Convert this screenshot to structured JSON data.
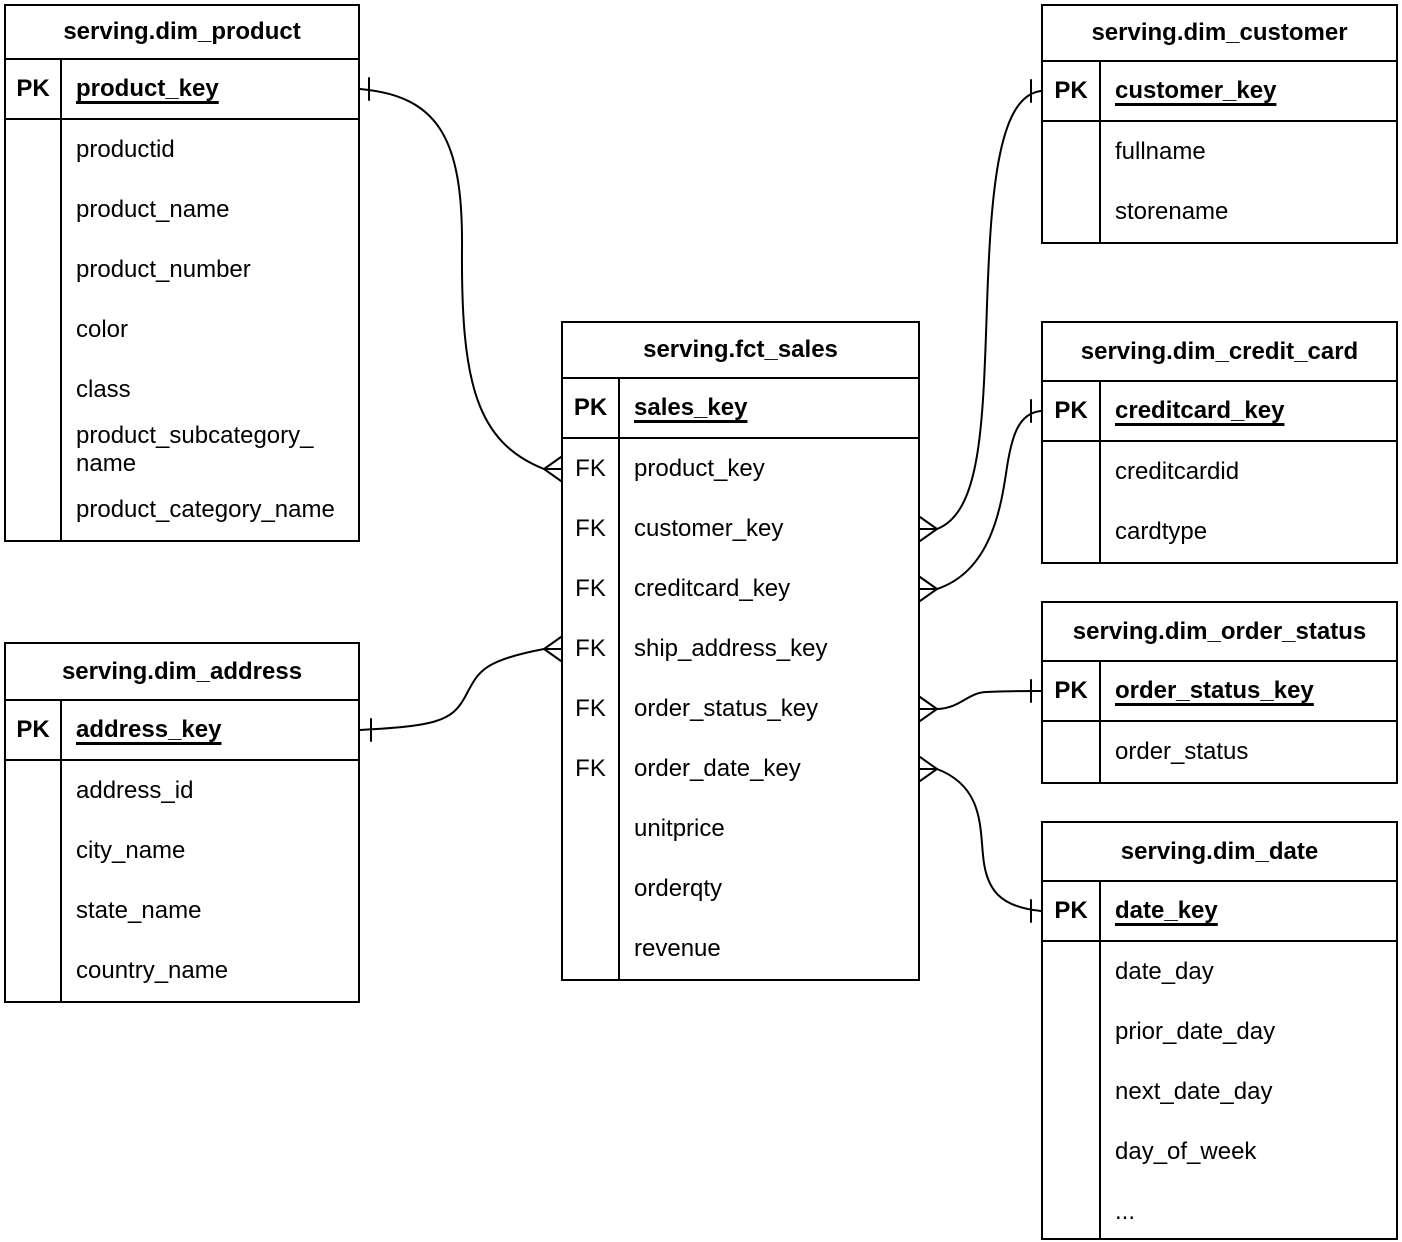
{
  "diagram": {
    "colors": {
      "line": "#000000",
      "background": "#ffffff"
    },
    "tables": [
      {
        "id": "dim_product",
        "title": "serving.dim_product",
        "pk": {
          "label": "PK",
          "field": "product_key"
        },
        "fields": [
          {
            "tag": "",
            "name": "productid"
          },
          {
            "tag": "",
            "name": "product_name"
          },
          {
            "tag": "",
            "name": "product_number"
          },
          {
            "tag": "",
            "name": "color"
          },
          {
            "tag": "",
            "name": "class"
          },
          {
            "tag": "",
            "name": "product_subcategory_\nname"
          },
          {
            "tag": "",
            "name": "product_category_name"
          }
        ]
      },
      {
        "id": "dim_address",
        "title": "serving.dim_address",
        "pk": {
          "label": "PK",
          "field": "address_key"
        },
        "fields": [
          {
            "tag": "",
            "name": "address_id"
          },
          {
            "tag": "",
            "name": "city_name"
          },
          {
            "tag": "",
            "name": "state_name"
          },
          {
            "tag": "",
            "name": "country_name"
          }
        ]
      },
      {
        "id": "fct_sales",
        "title": "serving.fct_sales",
        "pk": {
          "label": "PK",
          "field": "sales_key"
        },
        "fields": [
          {
            "tag": "FK",
            "name": "product_key"
          },
          {
            "tag": "FK",
            "name": "customer_key"
          },
          {
            "tag": "FK",
            "name": "creditcard_key"
          },
          {
            "tag": "FK",
            "name": "ship_address_key"
          },
          {
            "tag": "FK",
            "name": "order_status_key"
          },
          {
            "tag": "FK",
            "name": "order_date_key"
          },
          {
            "tag": "",
            "name": "unitprice"
          },
          {
            "tag": "",
            "name": "orderqty"
          },
          {
            "tag": "",
            "name": "revenue"
          }
        ]
      },
      {
        "id": "dim_customer",
        "title": "serving.dim_customer",
        "pk": {
          "label": "PK",
          "field": "customer_key"
        },
        "fields": [
          {
            "tag": "",
            "name": "fullname"
          },
          {
            "tag": "",
            "name": "storename"
          }
        ]
      },
      {
        "id": "dim_credit_card",
        "title": "serving.dim_credit_card",
        "pk": {
          "label": "PK",
          "field": "creditcard_key"
        },
        "fields": [
          {
            "tag": "",
            "name": "creditcardid"
          },
          {
            "tag": "",
            "name": "cardtype"
          }
        ]
      },
      {
        "id": "dim_order_status",
        "title": "serving.dim_order_status",
        "pk": {
          "label": "PK",
          "field": "order_status_key"
        },
        "fields": [
          {
            "tag": "",
            "name": "order_status"
          }
        ]
      },
      {
        "id": "dim_date",
        "title": "serving.dim_date",
        "pk": {
          "label": "PK",
          "field": "date_key"
        },
        "fields": [
          {
            "tag": "",
            "name": "date_day"
          },
          {
            "tag": "",
            "name": "prior_date_day"
          },
          {
            "tag": "",
            "name": "next_date_day"
          },
          {
            "tag": "",
            "name": "day_of_week"
          },
          {
            "tag": "",
            "name": "..."
          }
        ]
      }
    ],
    "relationships": [
      {
        "from": "serving.fct_sales.product_key",
        "from_cardinality": "many",
        "to": "serving.dim_product.product_key",
        "to_cardinality": "one"
      },
      {
        "from": "serving.fct_sales.ship_address_key",
        "from_cardinality": "many",
        "to": "serving.dim_address.address_key",
        "to_cardinality": "one"
      },
      {
        "from": "serving.fct_sales.customer_key",
        "from_cardinality": "many",
        "to": "serving.dim_customer.customer_key",
        "to_cardinality": "one"
      },
      {
        "from": "serving.fct_sales.creditcard_key",
        "from_cardinality": "many",
        "to": "serving.dim_credit_card.creditcard_key",
        "to_cardinality": "one"
      },
      {
        "from": "serving.fct_sales.order_status_key",
        "from_cardinality": "many",
        "to": "serving.dim_order_status.order_status_key",
        "to_cardinality": "one"
      },
      {
        "from": "serving.fct_sales.order_date_key",
        "from_cardinality": "many",
        "to": "serving.dim_date.date_key",
        "to_cardinality": "one"
      }
    ]
  }
}
